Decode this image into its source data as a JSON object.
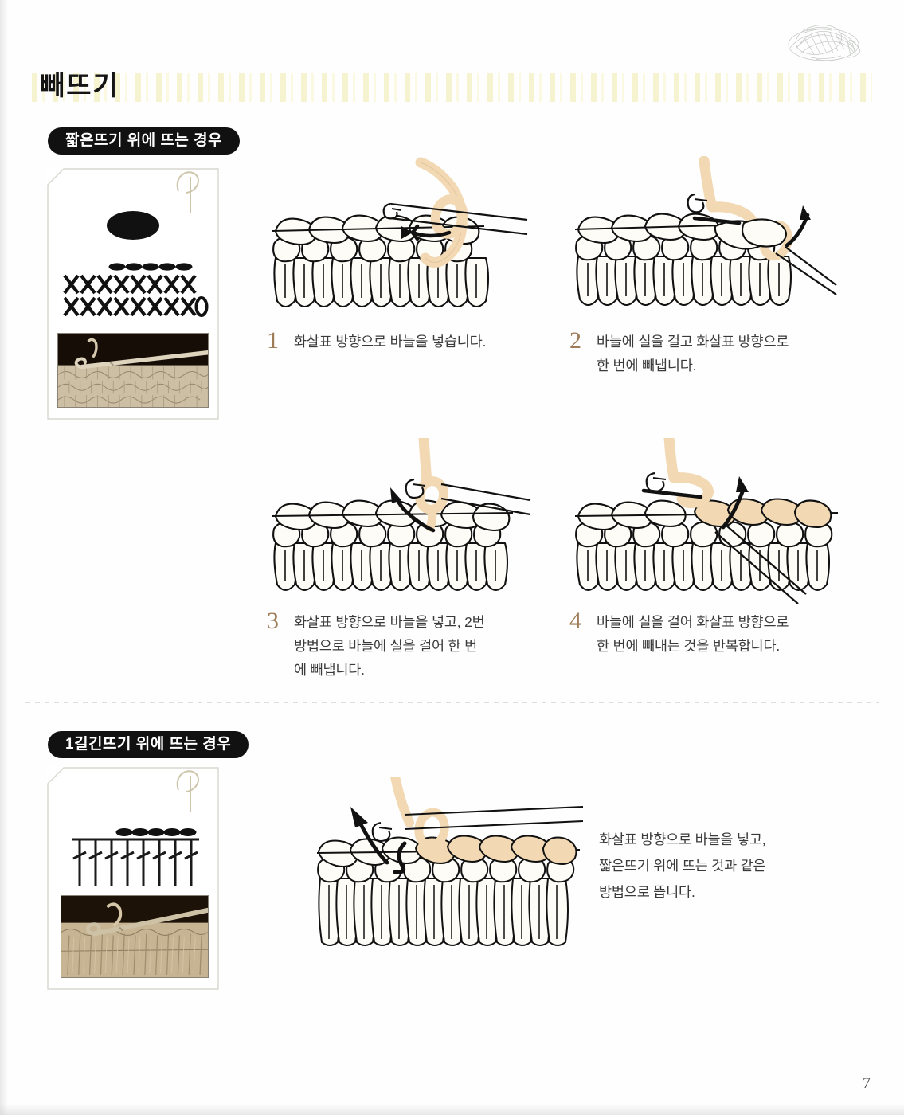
{
  "page": {
    "title": "빼뜨기",
    "page_number": "7",
    "decor_icon": "yarn-skein-sketch"
  },
  "sections": [
    {
      "pill_label": "짧은뜨기 위에 뜨는 경우",
      "chart_card": {
        "icon": "hang-tag",
        "chart_symbols": {
          "slip_stitch_oval_count": 5,
          "row_symbol": "X",
          "row1_count": 8,
          "row2_count": 8,
          "row2_end_symbol": "0",
          "big_oval": true
        },
        "photo_caption": "짧은뜨기 위 빼뜨기 사진"
      },
      "steps": [
        {
          "num": "1",
          "text": "화살표 방향으로 바늘을 넣습니다."
        },
        {
          "num": "2",
          "text": "바늘에 실을 걸고 화살표 방향으로\n한 번에 빼냅니다."
        },
        {
          "num": "3",
          "text": "화살표 방향으로 바늘을 넣고, 2번\n방법으로 바늘에 실을 걸어 한 번\n에 빼냅니다."
        },
        {
          "num": "4",
          "text": "바늘에 실을 걸어 화살표 방향으로\n한 번에 빼내는 것을 반복합니다."
        }
      ]
    },
    {
      "pill_label": "1길긴뜨기 위에 뜨는 경우",
      "chart_card": {
        "icon": "hang-tag",
        "chart_symbols": {
          "slip_stitch_oval_count": 5,
          "row_symbol": "double-crochet",
          "row1_count": 8
        },
        "photo_caption": "1길긴뜨기 위 빼뜨기 사진"
      },
      "steps": [
        {
          "num": "",
          "text": "화살표 방향으로 바늘을 넣고,\n짧은뜨기 위에 뜨는 것과 같은\n방법으로 뜹니다."
        }
      ]
    }
  ],
  "colors": {
    "yarn": "#f2d9b4",
    "yarn_light": "#f8e6cc",
    "ink": "#111111",
    "step_number": "#9d7c57",
    "body_text": "#3a3a3a",
    "pill_bg": "#111111",
    "band": "#f6f3ce",
    "photo_bg": "#1b1008"
  }
}
